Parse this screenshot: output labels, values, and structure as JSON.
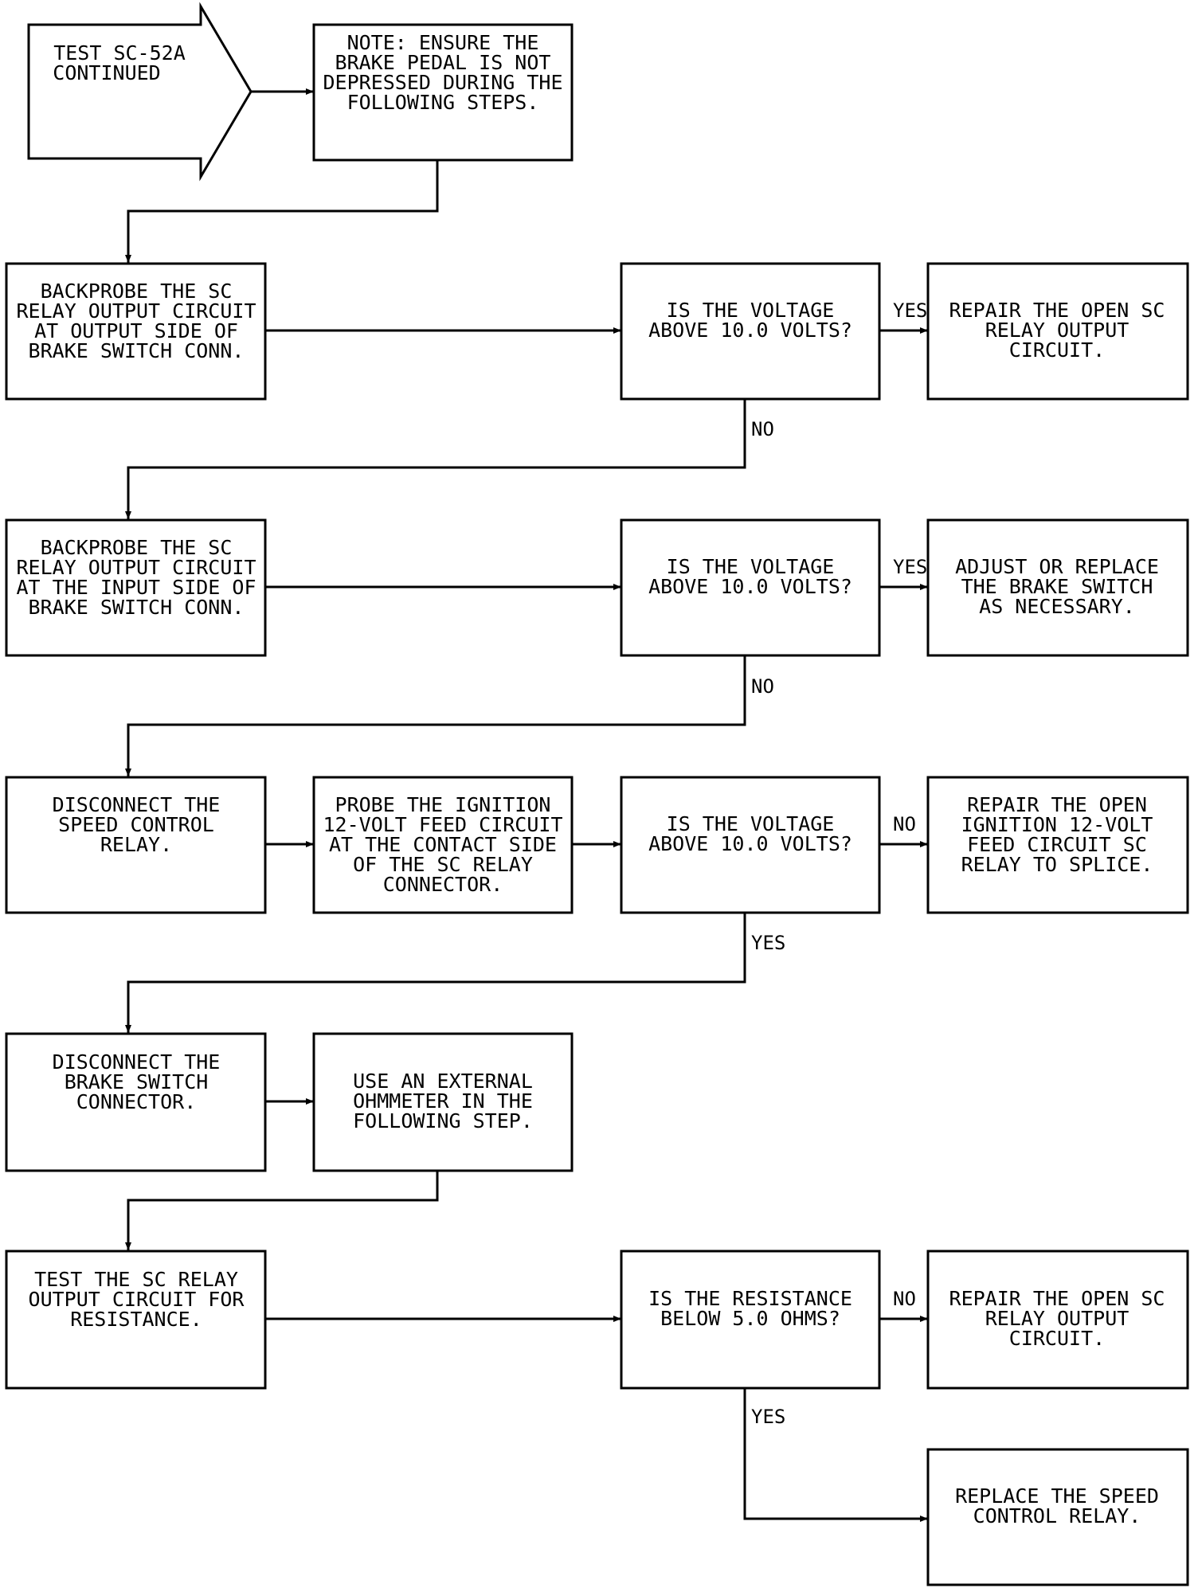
{
  "start": {
    "lines": [
      "TEST SC-52A",
      "CONTINUED"
    ]
  },
  "nodes": {
    "note": {
      "lines": [
        "NOTE: ENSURE THE",
        "BRAKE PEDAL IS NOT",
        "DEPRESSED DURING THE",
        "FOLLOWING STEPS."
      ]
    },
    "backprobe_output": {
      "lines": [
        "BACKPROBE THE SC",
        "RELAY OUTPUT CIRCUIT",
        "AT OUTPUT SIDE OF",
        "BRAKE SWITCH CONN."
      ]
    },
    "q_voltage_1": {
      "lines": [
        "IS THE VOLTAGE",
        "ABOVE 10.0 VOLTS?"
      ]
    },
    "repair_open_1": {
      "lines": [
        "REPAIR THE OPEN SC",
        "RELAY OUTPUT",
        "CIRCUIT."
      ]
    },
    "backprobe_input": {
      "lines": [
        "BACKPROBE THE SC",
        "RELAY OUTPUT CIRCUIT",
        "AT THE INPUT SIDE OF",
        "BRAKE SWITCH CONN."
      ]
    },
    "q_voltage_2": {
      "lines": [
        "IS THE VOLTAGE",
        "ABOVE 10.0 VOLTS?"
      ]
    },
    "adjust_switch": {
      "lines": [
        "ADJUST OR REPLACE",
        "THE BRAKE SWITCH",
        "AS NECESSARY."
      ]
    },
    "disconnect_relay": {
      "lines": [
        "DISCONNECT THE",
        "SPEED CONTROL",
        "RELAY."
      ]
    },
    "probe_ignition": {
      "lines": [
        "PROBE THE IGNITION",
        "12-VOLT FEED CIRCUIT",
        "AT THE CONTACT SIDE",
        "OF THE SC RELAY",
        "CONNECTOR."
      ]
    },
    "q_voltage_3": {
      "lines": [
        "IS THE VOLTAGE",
        "ABOVE 10.0 VOLTS?"
      ]
    },
    "repair_ignition": {
      "lines": [
        "REPAIR THE OPEN",
        "IGNITION 12-VOLT",
        "FEED CIRCUIT SC",
        "RELAY TO SPLICE."
      ]
    },
    "disconnect_switch": {
      "lines": [
        "DISCONNECT THE",
        "BRAKE SWITCH",
        "CONNECTOR."
      ]
    },
    "external_ohmmeter": {
      "lines": [
        "USE AN EXTERNAL",
        "OHMMETER IN THE",
        "FOLLOWING STEP."
      ]
    },
    "test_resistance": {
      "lines": [
        "TEST THE SC RELAY",
        "OUTPUT CIRCUIT FOR",
        "RESISTANCE."
      ]
    },
    "q_resistance": {
      "lines": [
        "IS THE RESISTANCE",
        "BELOW 5.0 OHMS?"
      ]
    },
    "repair_open_2": {
      "lines": [
        "REPAIR THE OPEN SC",
        "RELAY OUTPUT",
        "CIRCUIT."
      ]
    },
    "replace_relay": {
      "lines": [
        "REPLACE THE SPEED",
        "CONTROL RELAY."
      ]
    }
  },
  "edges": [
    {
      "from": "start",
      "to": "note",
      "label": ""
    },
    {
      "from": "note",
      "to": "backprobe_output",
      "label": ""
    },
    {
      "from": "backprobe_output",
      "to": "q_voltage_1",
      "label": ""
    },
    {
      "from": "q_voltage_1",
      "to": "repair_open_1",
      "label": "YES"
    },
    {
      "from": "q_voltage_1",
      "to": "backprobe_input",
      "label": "NO"
    },
    {
      "from": "backprobe_input",
      "to": "q_voltage_2",
      "label": ""
    },
    {
      "from": "q_voltage_2",
      "to": "adjust_switch",
      "label": "YES"
    },
    {
      "from": "q_voltage_2",
      "to": "disconnect_relay",
      "label": "NO"
    },
    {
      "from": "disconnect_relay",
      "to": "probe_ignition",
      "label": ""
    },
    {
      "from": "probe_ignition",
      "to": "q_voltage_3",
      "label": ""
    },
    {
      "from": "q_voltage_3",
      "to": "repair_ignition",
      "label": "NO"
    },
    {
      "from": "q_voltage_3",
      "to": "disconnect_switch",
      "label": "YES"
    },
    {
      "from": "disconnect_switch",
      "to": "external_ohmmeter",
      "label": ""
    },
    {
      "from": "external_ohmmeter",
      "to": "test_resistance",
      "label": ""
    },
    {
      "from": "test_resistance",
      "to": "q_resistance",
      "label": ""
    },
    {
      "from": "q_resistance",
      "to": "repair_open_2",
      "label": "NO"
    },
    {
      "from": "q_resistance",
      "to": "replace_relay",
      "label": "YES"
    }
  ]
}
